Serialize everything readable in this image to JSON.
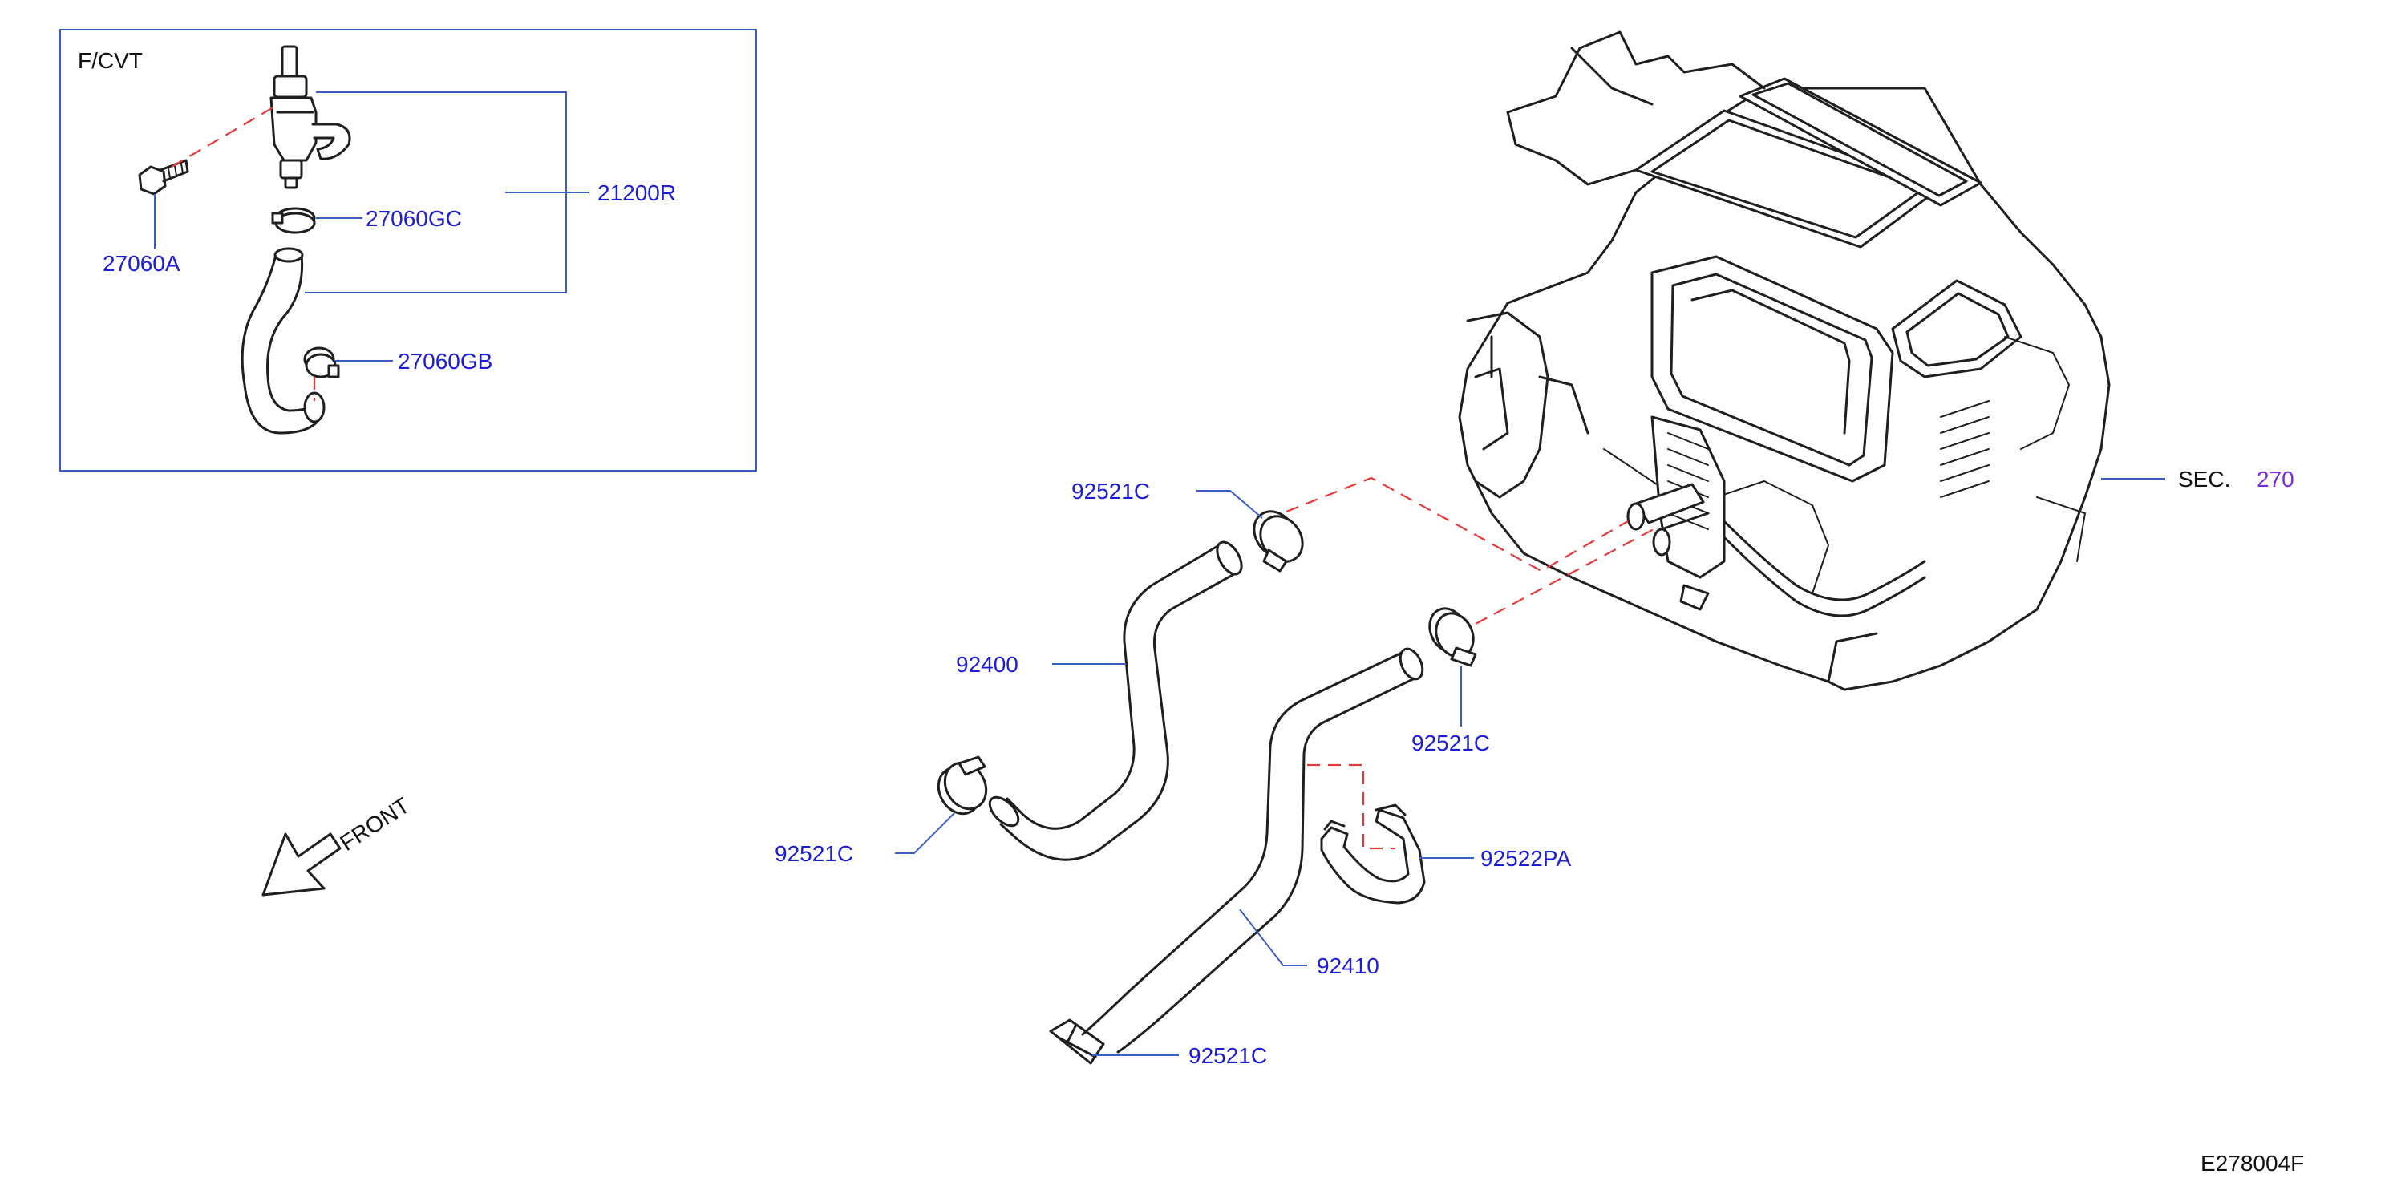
{
  "inset": {
    "title": "F/CVT",
    "labels": {
      "valve": "21200R",
      "bolt": "27060A",
      "clamp_upper": "27060GC",
      "clamp_lower": "27060GB"
    }
  },
  "main": {
    "labels": {
      "sec_prefix": "SEC.",
      "sec_number": "270",
      "clamp_top": "92521C",
      "clamp_right": "92521C",
      "clamp_left": "92521C",
      "clamp_bottom": "92521C",
      "hose_upper": "92400",
      "hose_lower": "92410",
      "bracket": "92522PA"
    },
    "front_label": "FRONT",
    "diagram_code": "E278004F"
  },
  "colors": {
    "part_number": "#1d1dd6",
    "section_ref": "#7a2de0",
    "leader": "#3a5ec4",
    "dashed_guide": "#e33b3b",
    "linework": "#1f1f1f"
  }
}
